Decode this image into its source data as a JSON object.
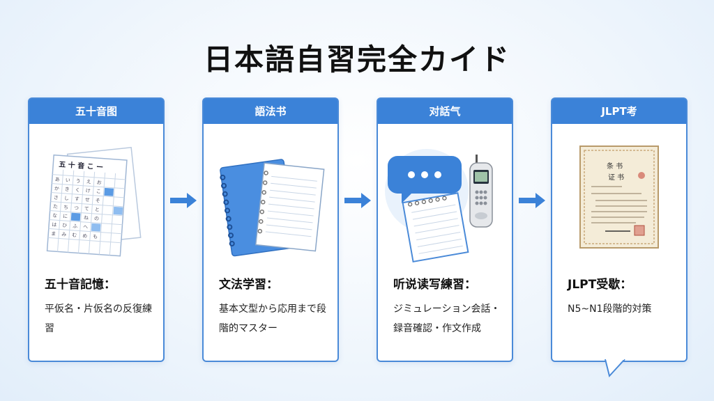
{
  "title": "日本語自習完全カイド",
  "steps": [
    {
      "header": "五十音图",
      "title": "五十音記憶：",
      "desc": "平仮名・片仮名の反復練習",
      "sheet_label": "五 十 音 こ ー"
    },
    {
      "header": "語法书",
      "title": "文法学習：",
      "desc": "基本文型から応用まで段階的マスター"
    },
    {
      "header": "对話气",
      "title": "听说读写練習：",
      "desc": "ジミュレーション会話・録音確認・作文作成"
    },
    {
      "header": "JLPT考",
      "title": "JLPT受歇：",
      "desc": "N5~N1段階的対策",
      "cert_label1": "条 书",
      "cert_label2": "证 书"
    }
  ],
  "colors": {
    "accent": "#3b82d8",
    "border": "#4a8ad8",
    "arrow": "#3b82d8"
  },
  "icons": [
    "kana-chart-icon",
    "notebook-icon",
    "speech-bubble-icon",
    "recorder-icon",
    "certificate-icon"
  ]
}
